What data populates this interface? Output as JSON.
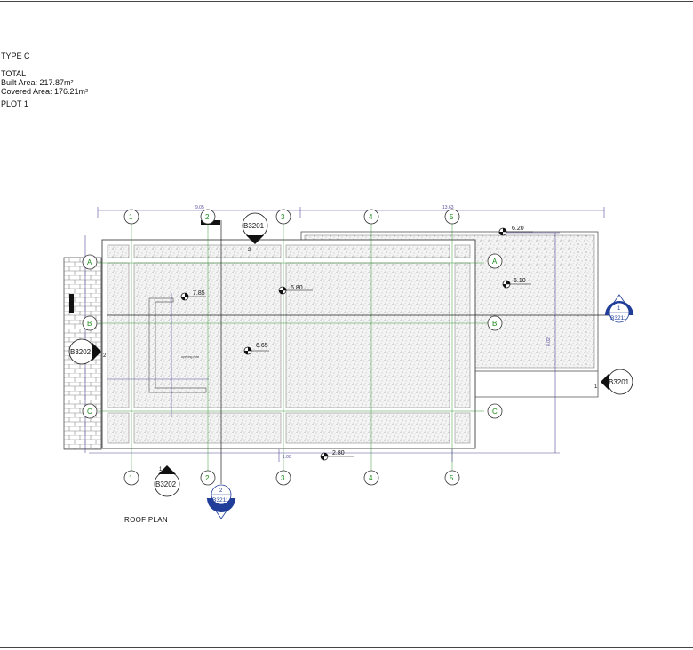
{
  "header": {
    "type": "TYPE C",
    "total": "TOTAL",
    "built_area": "Built Area: 217.87m²",
    "covered_area": "Covered Area: 176.21m²",
    "plot": "PLOT 1"
  },
  "plan_title": "ROOF PLAN",
  "grid": {
    "numbers": [
      "1",
      "2",
      "3",
      "4",
      "5"
    ],
    "letters": [
      "A",
      "B",
      "C"
    ]
  },
  "levels": {
    "l1": "7.85",
    "l2": "6.80",
    "l3": "6.65",
    "l4": "6.20",
    "l5": "6.10",
    "l6": "2.80"
  },
  "dimensions": {
    "top_left": "9.05",
    "top_right": "13.63",
    "right_vertical": "8.02",
    "bottom": "1.00"
  },
  "section_marks": {
    "b3201_top": "B3201",
    "b3201_top_num": "2",
    "b3201_right": "B3201",
    "b3201_right_num": "1",
    "b3202_left": "B3202",
    "b3202_left_num": "2",
    "b3202_bottom": "B3202",
    "b3202_bottom_num": "1",
    "b3211_right": "B3211",
    "b3211_right_num": "1",
    "b3211_bottom": "B3211",
    "b3211_bottom_num": "2"
  },
  "colors": {
    "grid_green": "#1a8a1a",
    "section_blue": "#1f3d99",
    "dim_purple": "#5a4a9a"
  }
}
